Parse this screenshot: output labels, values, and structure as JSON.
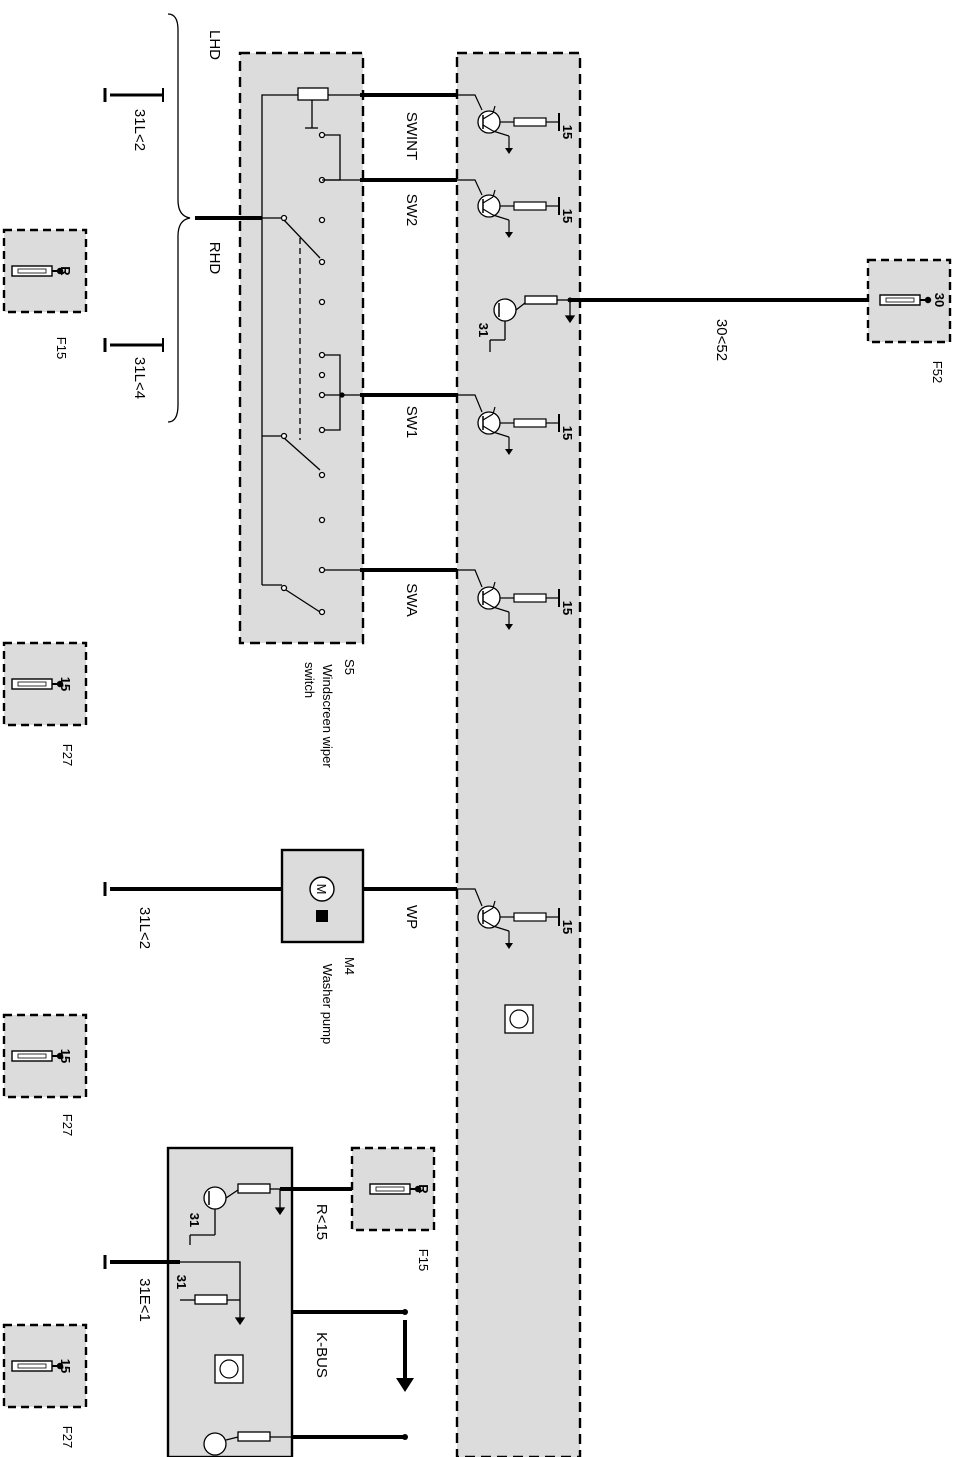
{
  "fuses": {
    "f15_top": {
      "pin": "R",
      "name": "F15"
    },
    "f27_a": {
      "pin": "15",
      "name": "F27"
    },
    "f27_b": {
      "pin": "15",
      "name": "F27"
    },
    "f27_c": {
      "pin": "15",
      "name": "F27"
    },
    "f15_bottom": {
      "pin": "R",
      "name": "F15"
    },
    "f52": {
      "pin": "30",
      "name": "F52"
    }
  },
  "grounds": {
    "g1": "31L<2",
    "g2": "31L<4",
    "g3": "31L<2",
    "g4": "31E<1"
  },
  "drive": {
    "lhd": "LHD",
    "rhd": "RHD"
  },
  "switch": {
    "id": "S5",
    "name_line1": "Windscreen wiper",
    "name_line2": "switch"
  },
  "pump": {
    "id": "M4",
    "name": "Washer pump",
    "motor": "M"
  },
  "wires": {
    "swint": "SWINT",
    "sw2": "SW2",
    "sw1": "SW1",
    "swa": "SWA",
    "wp": "WP",
    "r15": "R<15",
    "kbus": "K-BUS",
    "w3052": "30<52"
  },
  "pins": {
    "p15": "15",
    "p31": "31"
  }
}
